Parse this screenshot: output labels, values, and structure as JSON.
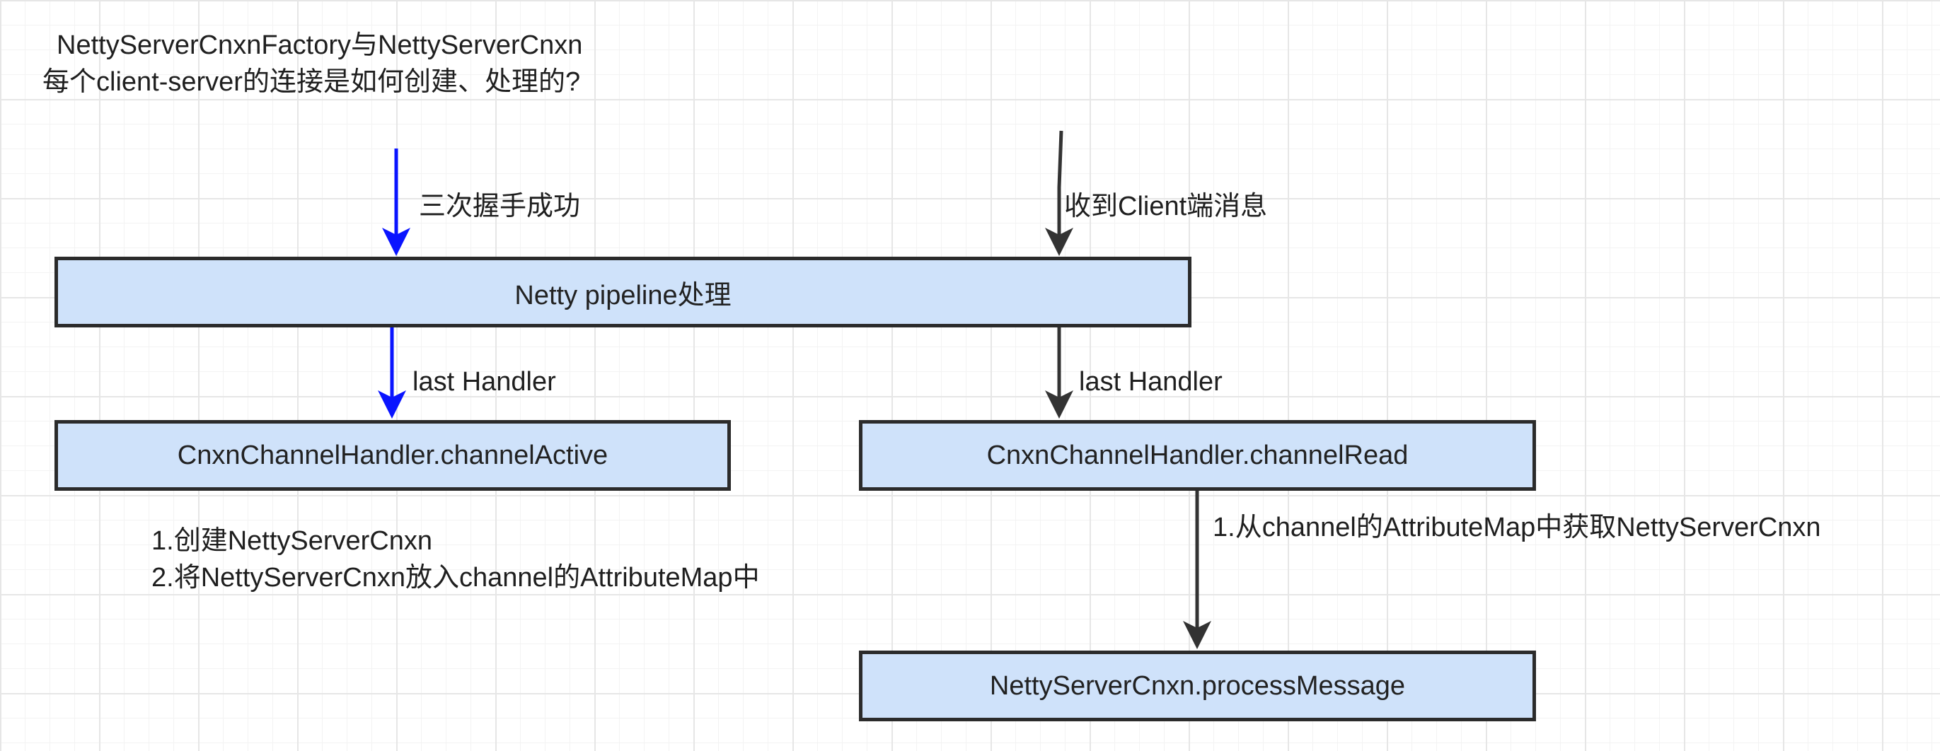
{
  "title_lines": [
    "NettyServerCnxnFactory与NettyServerCnxn",
    "每个client-server的连接是如何创建、处理的?"
  ],
  "labels": {
    "handshake": "三次握手成功",
    "client_msg": "收到Client端消息",
    "last_handler_left": "last Handler",
    "last_handler_right": "last Handler"
  },
  "nodes": {
    "pipeline": "Netty pipeline处理",
    "channel_active": "CnxnChannelHandler.channelActive",
    "channel_read": "CnxnChannelHandler.channelRead",
    "process_message": "NettyServerCnxn.processMessage"
  },
  "notes": {
    "active_steps": [
      "1.创建NettyServerCnxn",
      "2.将NettyServerCnxn放入channel的AttributeMap中"
    ],
    "read_step": "1.从channel的AttributeMap中获取NettyServerCnxn"
  },
  "colors": {
    "box_fill": "#cfe2fa",
    "box_border": "#2b2b2b",
    "blue_arrow": "#0a14ff",
    "dark_arrow": "#333333"
  }
}
